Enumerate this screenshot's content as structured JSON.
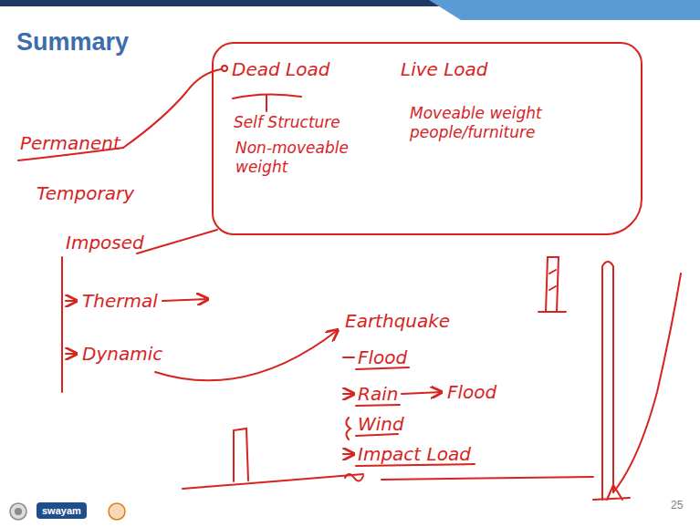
{
  "diagram": {
    "title": "Summary",
    "nodes": [
      {
        "text": [
          "Dead Load",
          "Live Load",
          "Self Structure",
          "Non-moveable weight",
          "Moveable weight people/furniture"
        ]
      }
    ],
    "labels": [
      "Permanent",
      "Temporary",
      "Imposed",
      "Thermal",
      "Dynamic",
      "Earthquake",
      "Flood",
      "Rain",
      "Flood",
      "Wind",
      "Impact Load",
      "swayam",
      "25"
    ]
  }
}
